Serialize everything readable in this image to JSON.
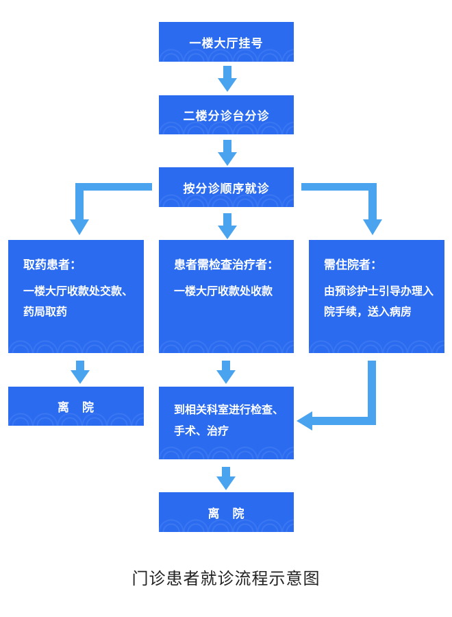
{
  "flow": {
    "step1": "一楼大厅挂号",
    "step2": "二楼分诊台分诊",
    "step3": "按分诊顺序就诊",
    "branch_medicine": {
      "title": "取药患者：",
      "desc": "一楼大厅收款处交款、药局取药"
    },
    "branch_exam": {
      "title": "患者需检查治疗者：",
      "desc": "一楼大厅收款处收款"
    },
    "branch_inpatient": {
      "title": "需住院者：",
      "desc": "由预诊护士引导办理入院手续，送入病房"
    },
    "leave_left": "离　院",
    "exam_step": "到相关科室进行检查、手术、治疗",
    "leave_bottom": "离　院"
  },
  "caption": "门诊患者就诊流程示意图",
  "colors": {
    "box": "#2a6bf0",
    "arrow": "#4aa3ee",
    "caption": "#222222"
  }
}
